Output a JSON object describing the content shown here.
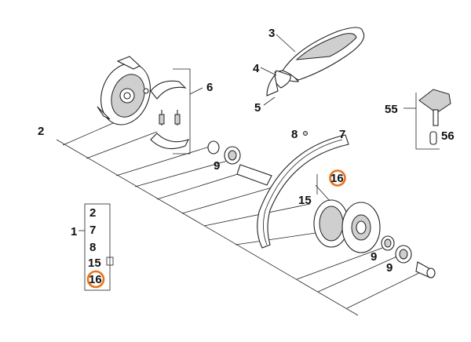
{
  "callouts": {
    "c1": "1",
    "c2": "2",
    "c3": "3",
    "c4": "4",
    "c5": "5",
    "c6": "6",
    "c7": "7",
    "c8": "8",
    "c9a": "9",
    "c9b": "9",
    "c9c": "9",
    "c15": "15",
    "c16": "16",
    "c55": "55",
    "c56": "56"
  },
  "legend": {
    "items": [
      "2",
      "7",
      "8",
      "15",
      "16"
    ],
    "highlighted": "16"
  },
  "colors": {
    "highlight": "#e8731a",
    "line": "#222222"
  }
}
